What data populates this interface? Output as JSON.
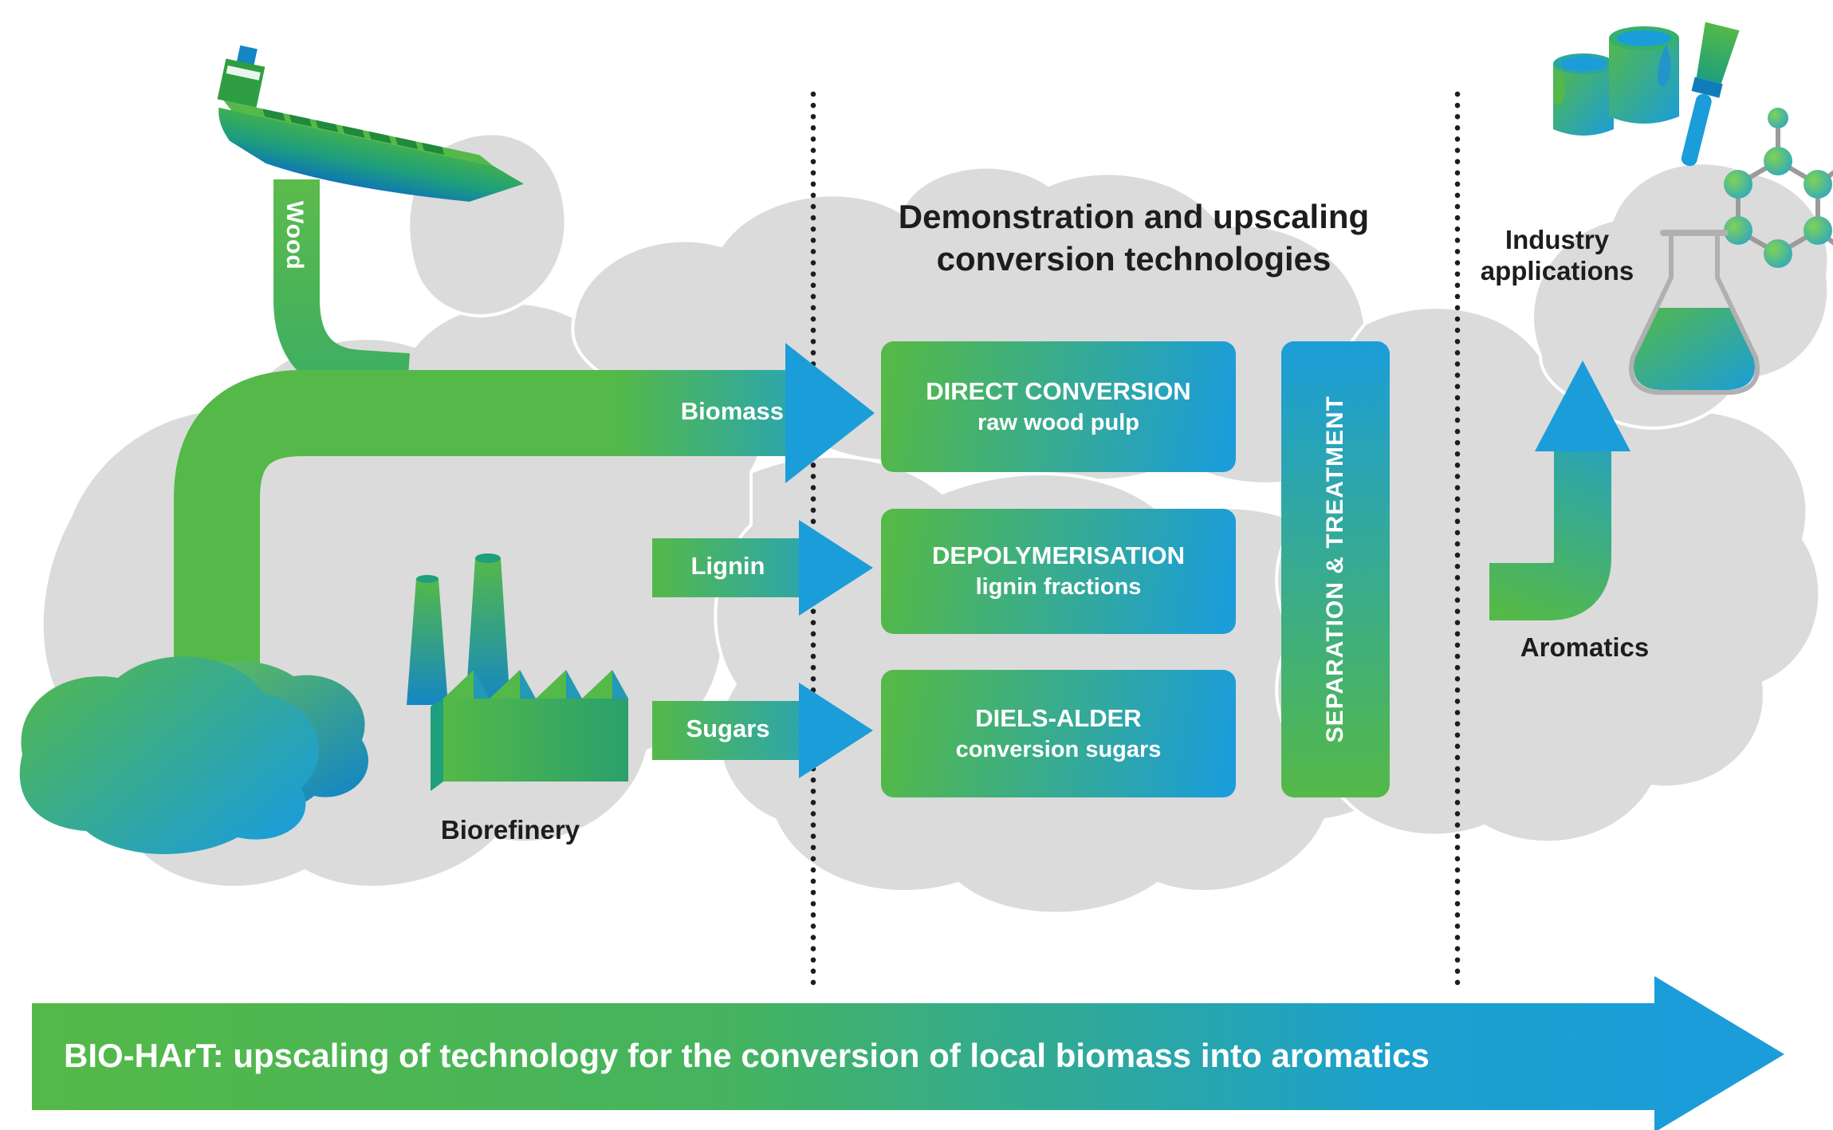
{
  "colors": {
    "green": "#54b948",
    "blue": "#1b9dd9",
    "dark_blue": "#1486c4",
    "map_gray": "#dbdbdb",
    "text_dark": "#1d1d1b",
    "white": "#ffffff"
  },
  "supply": {
    "wood_label": "Wood",
    "biomass_label": "Biomass",
    "lignin_label": "Lignin",
    "sugars_label": "Sugars",
    "biorefinery_label": "Biorefinery"
  },
  "conversion": {
    "title_line1": "Demonstration and upscaling",
    "title_line2": "conversion technologies",
    "boxes": [
      {
        "title": "DIRECT CONVERSION",
        "subtitle": "raw wood pulp"
      },
      {
        "title": "DEPOLYMERISATION",
        "subtitle": "lignin fractions"
      },
      {
        "title": "DIELS-ALDER",
        "subtitle": "conversion sugars"
      }
    ],
    "separation_label": "SEPARATION & TREATMENT"
  },
  "applications": {
    "industry_line1": "Industry",
    "industry_line2": "applications",
    "aromatics_label": "Aromatics"
  },
  "banner": {
    "text": "BIO-HArT: upscaling of technology for the conversion of local biomass into aromatics"
  }
}
